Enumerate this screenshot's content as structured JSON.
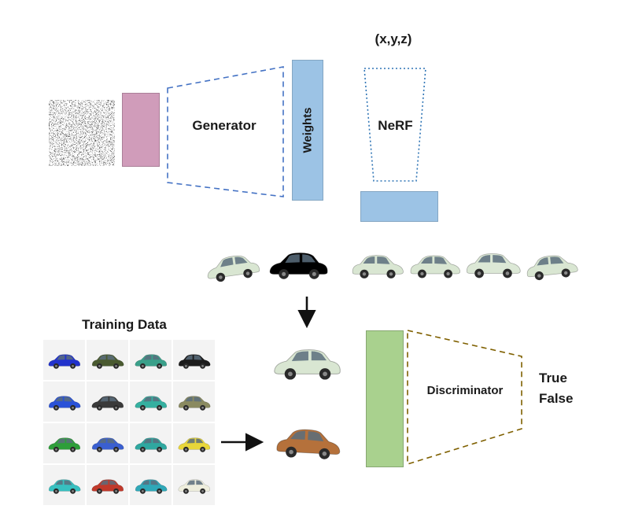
{
  "labels": {
    "coords": "(x,y,z)",
    "generator": "Generator",
    "weights": "Weights",
    "nerf": "NeRF",
    "training_data": "Training Data",
    "discriminator": "Discriminator",
    "true": "True",
    "false": "False"
  },
  "colors": {
    "latent_pink": "#d09cba",
    "weights_blue": "#9cc3e5",
    "nerf_output_blue": "#9cc3e5",
    "discriminator_input_green": "#a9d18e",
    "generator_border": "#4472c4",
    "nerf_border": "#2e74b5",
    "discriminator_border": "#7f6000",
    "arrow": "#111111"
  },
  "rendered_row": {
    "cars": [
      {
        "color": "#d9e6d2",
        "rot": -8,
        "flip": false
      },
      {
        "color": "#dcе8d6",
        "rot": 0,
        "flip": false
      },
      {
        "color": "#d9e6d2",
        "rot": 0,
        "flip": true
      },
      {
        "color": "#d9e6d2",
        "rot": 0,
        "flip": true
      },
      {
        "color": "#dce8d6",
        "rot": 0,
        "flip": true
      },
      {
        "color": "#d9e6d2",
        "rot": 6,
        "flip": true
      }
    ]
  },
  "training_grid": {
    "cars": [
      {
        "color": "#2233cc"
      },
      {
        "color": "#4a5a30",
        "flip": true
      },
      {
        "color": "#3aa08a"
      },
      {
        "color": "#1c1c1c",
        "flip": true
      },
      {
        "color": "#2a52d8",
        "flip": true
      },
      {
        "color": "#3a3a3a"
      },
      {
        "color": "#35b0a0"
      },
      {
        "color": "#8a8a60",
        "flip": true
      },
      {
        "color": "#2e9e3a"
      },
      {
        "color": "#3a5fd0",
        "flip": true
      },
      {
        "color": "#2fa8a0"
      },
      {
        "color": "#e8d63a"
      },
      {
        "color": "#37c0c0",
        "flip": true
      },
      {
        "color": "#c0392b"
      },
      {
        "color": "#2fa8b8",
        "flip": true
      },
      {
        "color": "#eeeedd"
      }
    ]
  },
  "samples": {
    "generated": {
      "color": "#d9e6d2",
      "rot": 0,
      "flip": false
    },
    "real": {
      "color": "#b5713b",
      "rot": -3,
      "flip": true
    }
  }
}
